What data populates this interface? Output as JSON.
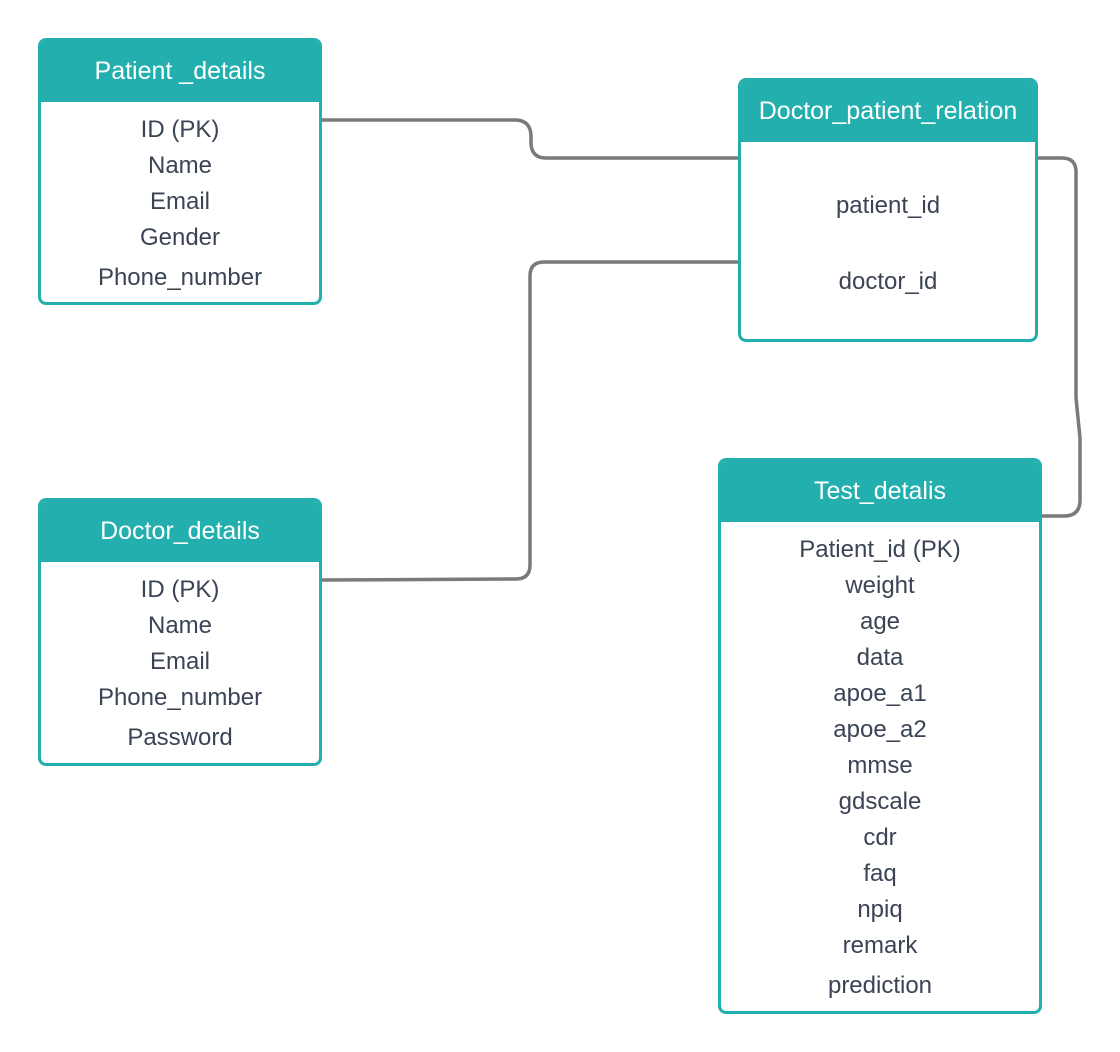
{
  "colors": {
    "accent": "#23afae",
    "text": "#3b4455",
    "connector": "#7a7a7a"
  },
  "tables": {
    "patient": {
      "title": "Patient _details",
      "fields": [
        "ID  (PK)",
        "Name",
        "Email",
        "Gender",
        "Phone_number"
      ]
    },
    "doctor_patient": {
      "title": "Doctor_patient_relation",
      "fields": [
        "patient_id",
        "doctor_id"
      ]
    },
    "doctor": {
      "title": "Doctor_details",
      "fields": [
        "ID  (PK)",
        "Name",
        "Email",
        "Phone_number",
        "Password"
      ]
    },
    "test": {
      "title": "Test_detalis",
      "fields": [
        "Patient_id (PK)",
        "weight",
        "age",
        "data",
        "apoe_a1",
        "apoe_a2",
        "mmse",
        "gdscale",
        "cdr",
        "faq",
        "npiq",
        "remark",
        "prediction"
      ]
    }
  }
}
